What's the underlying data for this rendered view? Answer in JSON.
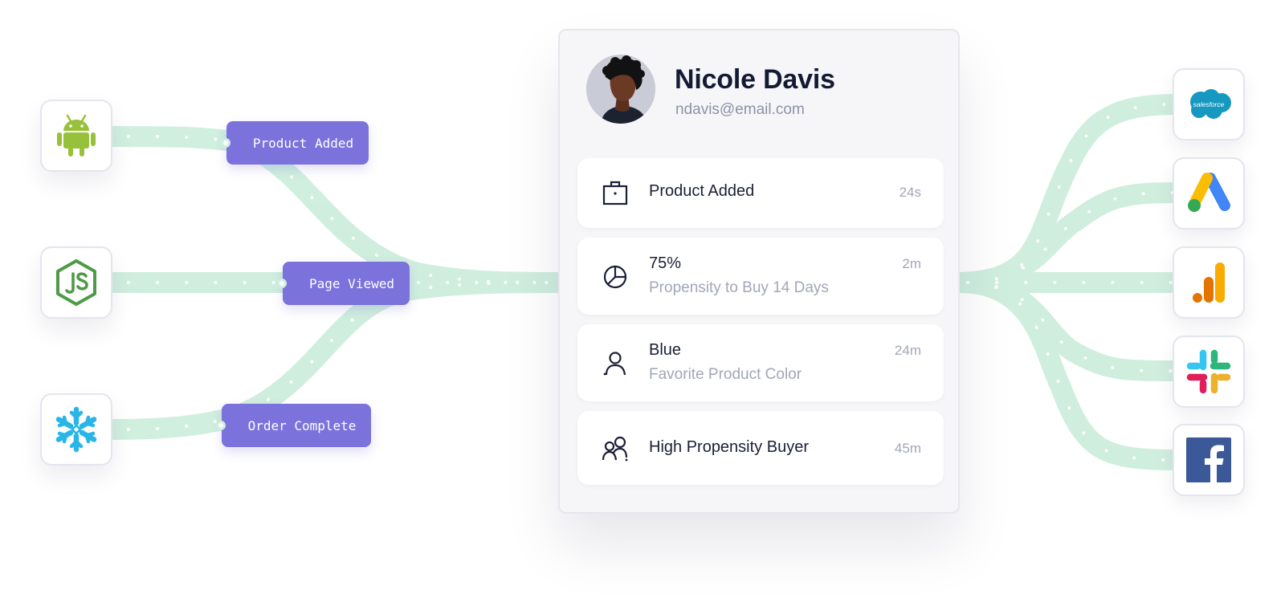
{
  "colors": {
    "flow": "#c9ecdb",
    "flow_dot": "#ffffff",
    "tag_fill": "#7b72dc",
    "tag_text": "#ffffff",
    "name_text": "#141a33",
    "muted_text": "#a2a6b8"
  },
  "sources": [
    {
      "name": "Android",
      "icon": "android-icon"
    },
    {
      "name": "Node.js",
      "icon": "nodejs-icon"
    },
    {
      "name": "Snowflake",
      "icon": "snowflake-icon"
    }
  ],
  "events": [
    {
      "label": "Product Added"
    },
    {
      "label": "Page Viewed"
    },
    {
      "label": "Order Complete"
    }
  ],
  "profile": {
    "name": "Nicole Davis",
    "email": "ndavis@email.com",
    "avatar_icon": "person-avatar",
    "rows": [
      {
        "title": "Product Added",
        "subtitle": "",
        "time": "24s",
        "icon": "bag-icon"
      },
      {
        "title": "75%",
        "subtitle": "Propensity to Buy 14 Days",
        "time": "2m",
        "icon": "pie-chart-icon"
      },
      {
        "title": "Blue",
        "subtitle": "Favorite Product Color",
        "time": "24m",
        "icon": "user-icon"
      },
      {
        "title": "High Propensity Buyer",
        "subtitle": "",
        "time": "45m",
        "icon": "users-icon"
      }
    ]
  },
  "destinations": [
    {
      "name": "Salesforce",
      "logo_text": "salesforce",
      "icon": "salesforce-icon"
    },
    {
      "name": "Google Ads",
      "icon": "google-ads-icon"
    },
    {
      "name": "Google Analytics",
      "icon": "google-analytics-icon"
    },
    {
      "name": "Slack",
      "icon": "slack-icon"
    },
    {
      "name": "Facebook",
      "icon": "facebook-icon"
    }
  ]
}
